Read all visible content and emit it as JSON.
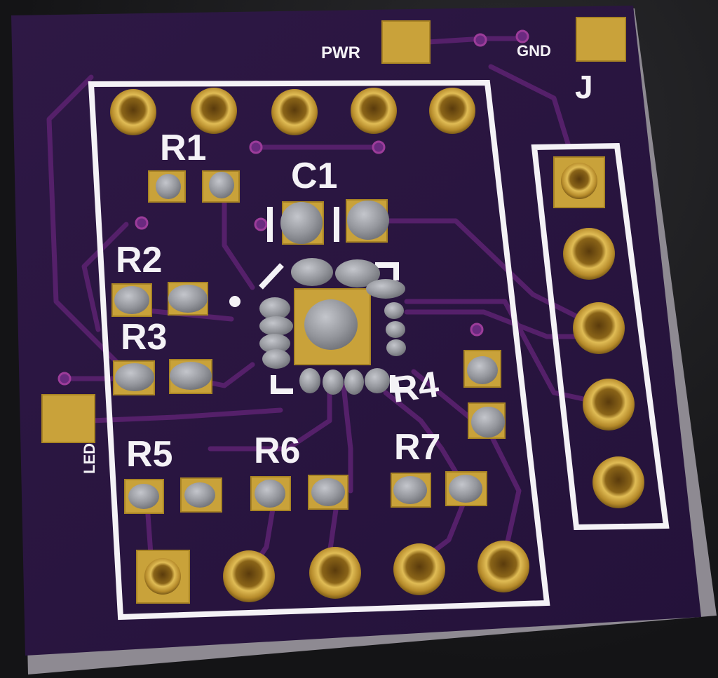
{
  "labels": {
    "pwr": "PWR",
    "gnd": "GND",
    "j": "J",
    "r1": "R1",
    "c1": "C1",
    "r2": "R2",
    "r3": "R3",
    "r4": "R4",
    "r5": "R5",
    "r6": "R6",
    "r7": "R7",
    "led": "LED"
  },
  "colors": {
    "board": "#2b1640",
    "board_edge": "#8e8a92",
    "trace": "#55206a",
    "gold": "#c9a23a",
    "solder": "#9a9ca3",
    "silkscreen": "#f4f2f6",
    "background": "#1c1c1e"
  }
}
